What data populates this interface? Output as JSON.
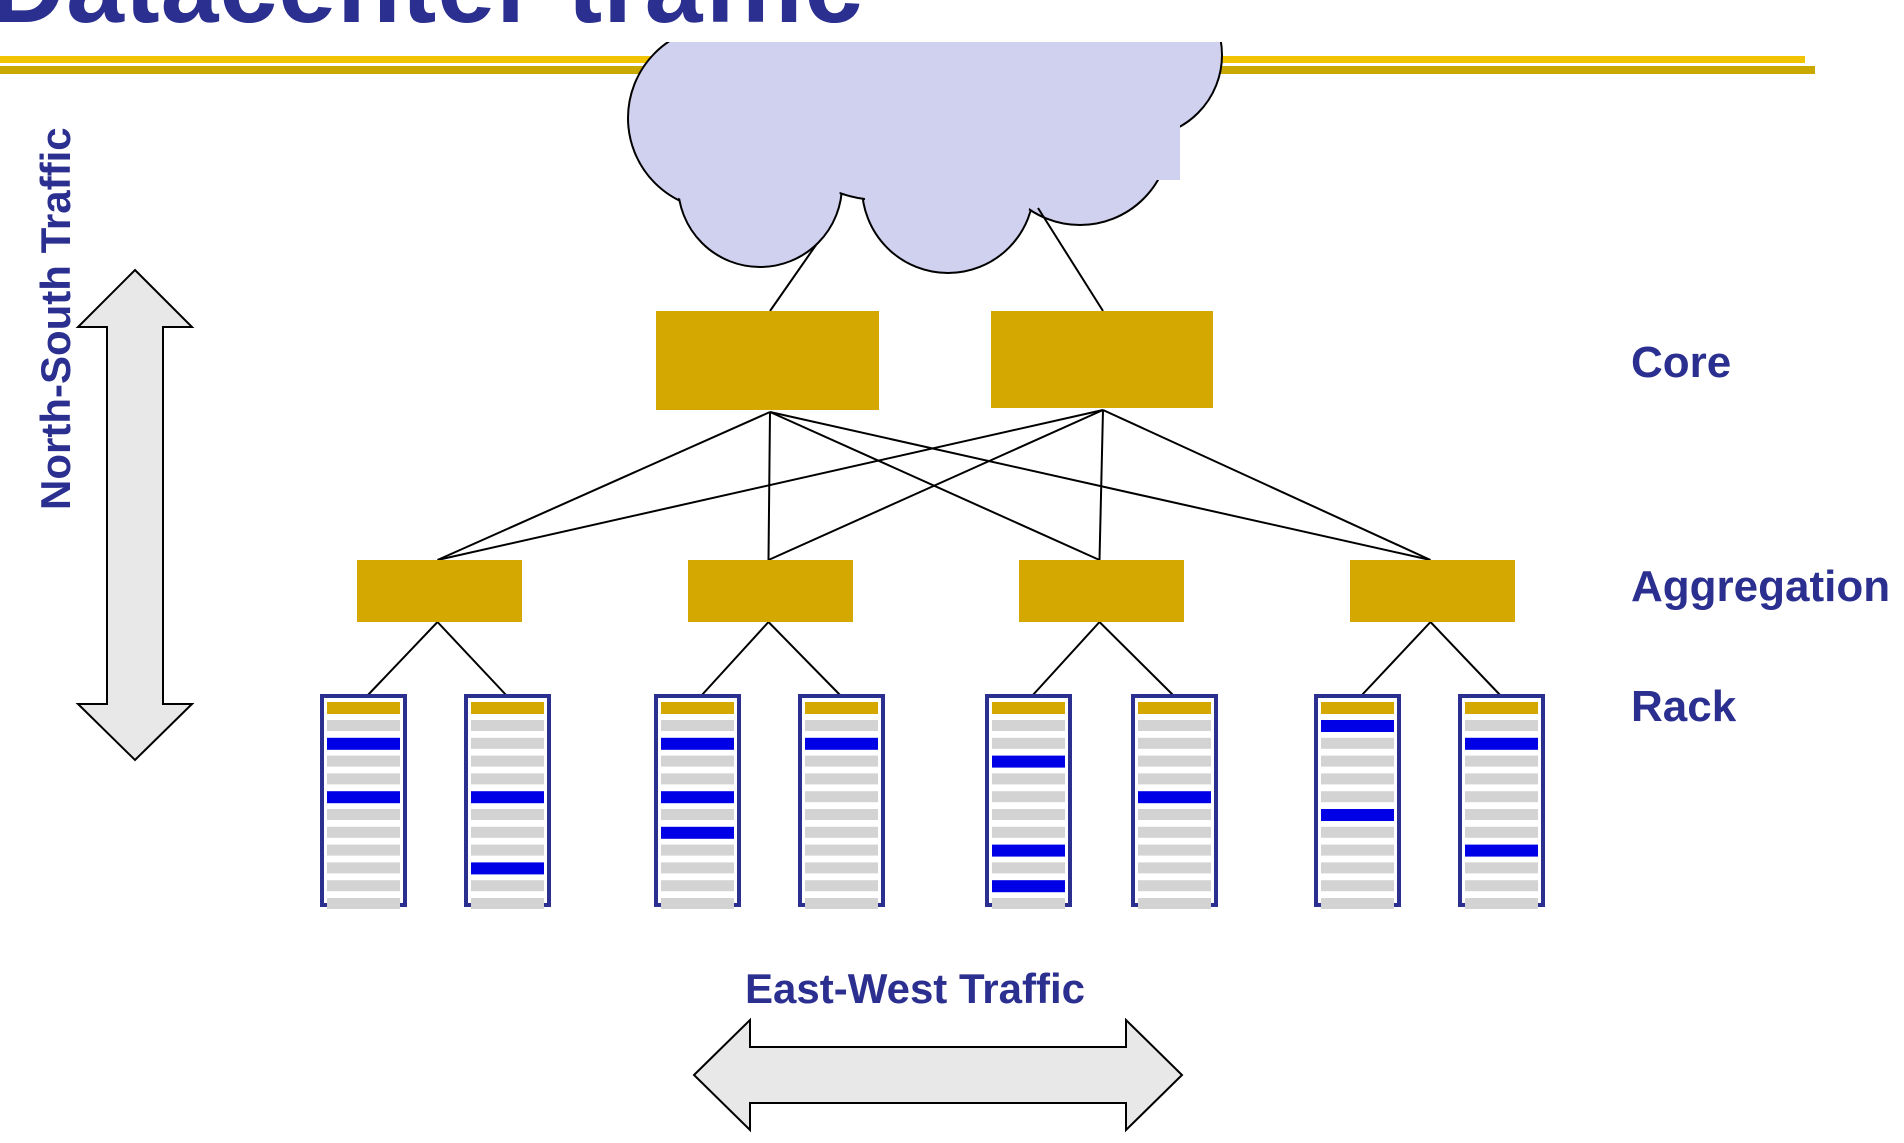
{
  "title": "Datacenter traffic",
  "tiers": {
    "core": "Core",
    "aggregation": "Aggregation",
    "rack": "Rack"
  },
  "traffic": {
    "north_south": "North-South Traffic",
    "east_west": "East-West Traffic"
  },
  "colors": {
    "title_text": "#2b2f8f",
    "switch_fill": "#d4a800",
    "title_rule": "#f2c400",
    "cloud_fill": "#d0d0ef",
    "rack_border": "#2b2f8f",
    "server_slot": "#d3d3d3",
    "active_server": "#0000e6",
    "arrow_fill": "#e8e8e8"
  },
  "racks": [
    {
      "active_slots": [
        2,
        5
      ]
    },
    {
      "active_slots": [
        5,
        9
      ]
    },
    {
      "active_slots": [
        2,
        5,
        7
      ]
    },
    {
      "active_slots": [
        2
      ]
    },
    {
      "active_slots": [
        3,
        8,
        10
      ]
    },
    {
      "active_slots": [
        5
      ]
    },
    {
      "active_slots": [
        1,
        6
      ]
    },
    {
      "active_slots": [
        2,
        8
      ]
    }
  ]
}
